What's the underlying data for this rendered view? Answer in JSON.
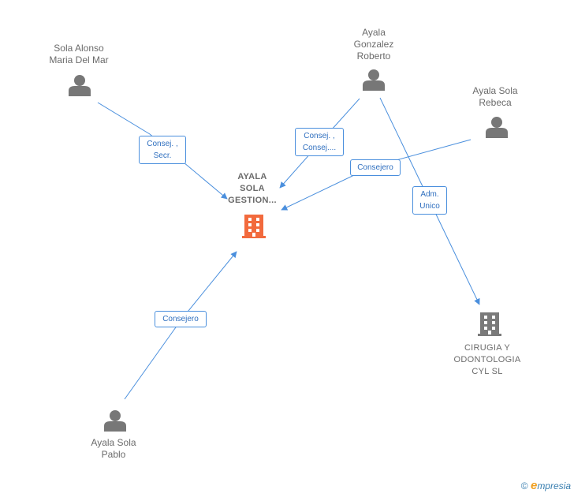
{
  "nodes": {
    "sola_alonso": {
      "label": "Sola Alonso\nMaria Del Mar",
      "icon": "person-icon"
    },
    "ayala_gonzalez": {
      "label": "Ayala\nGonzalez\nRoberto",
      "icon": "person-icon"
    },
    "ayala_sola_rebeca": {
      "label": "Ayala Sola\nRebeca",
      "icon": "person-icon"
    },
    "ayala_sola_pablo": {
      "label": "Ayala Sola\nPablo",
      "icon": "person-icon"
    },
    "ayala_sola_gestion": {
      "label": "AYALA\nSOLA\nGESTION...",
      "icon": "building-icon",
      "color": "#f26a3d"
    },
    "cirugia": {
      "label": "CIRUGIA Y\nODONTOLOGIA\nCYL SL",
      "icon": "building-icon",
      "color": "#7a7a7a"
    }
  },
  "edges": {
    "e1": {
      "label": "Consej. ,\nSecr."
    },
    "e2": {
      "label": "Consej. ,\nConsej...."
    },
    "e3": {
      "label": "Consejero"
    },
    "e4": {
      "label": "Adm.\nUnico"
    },
    "e5": {
      "label": "Consejero"
    }
  },
  "footer": {
    "copyright_symbol": "©",
    "brand_e": "e",
    "brand_rest": "mpresia"
  },
  "colors": {
    "edge": "#4a8fdd",
    "person": "#777777",
    "main_company": "#f26a3d",
    "other_company": "#7a7a7a"
  }
}
